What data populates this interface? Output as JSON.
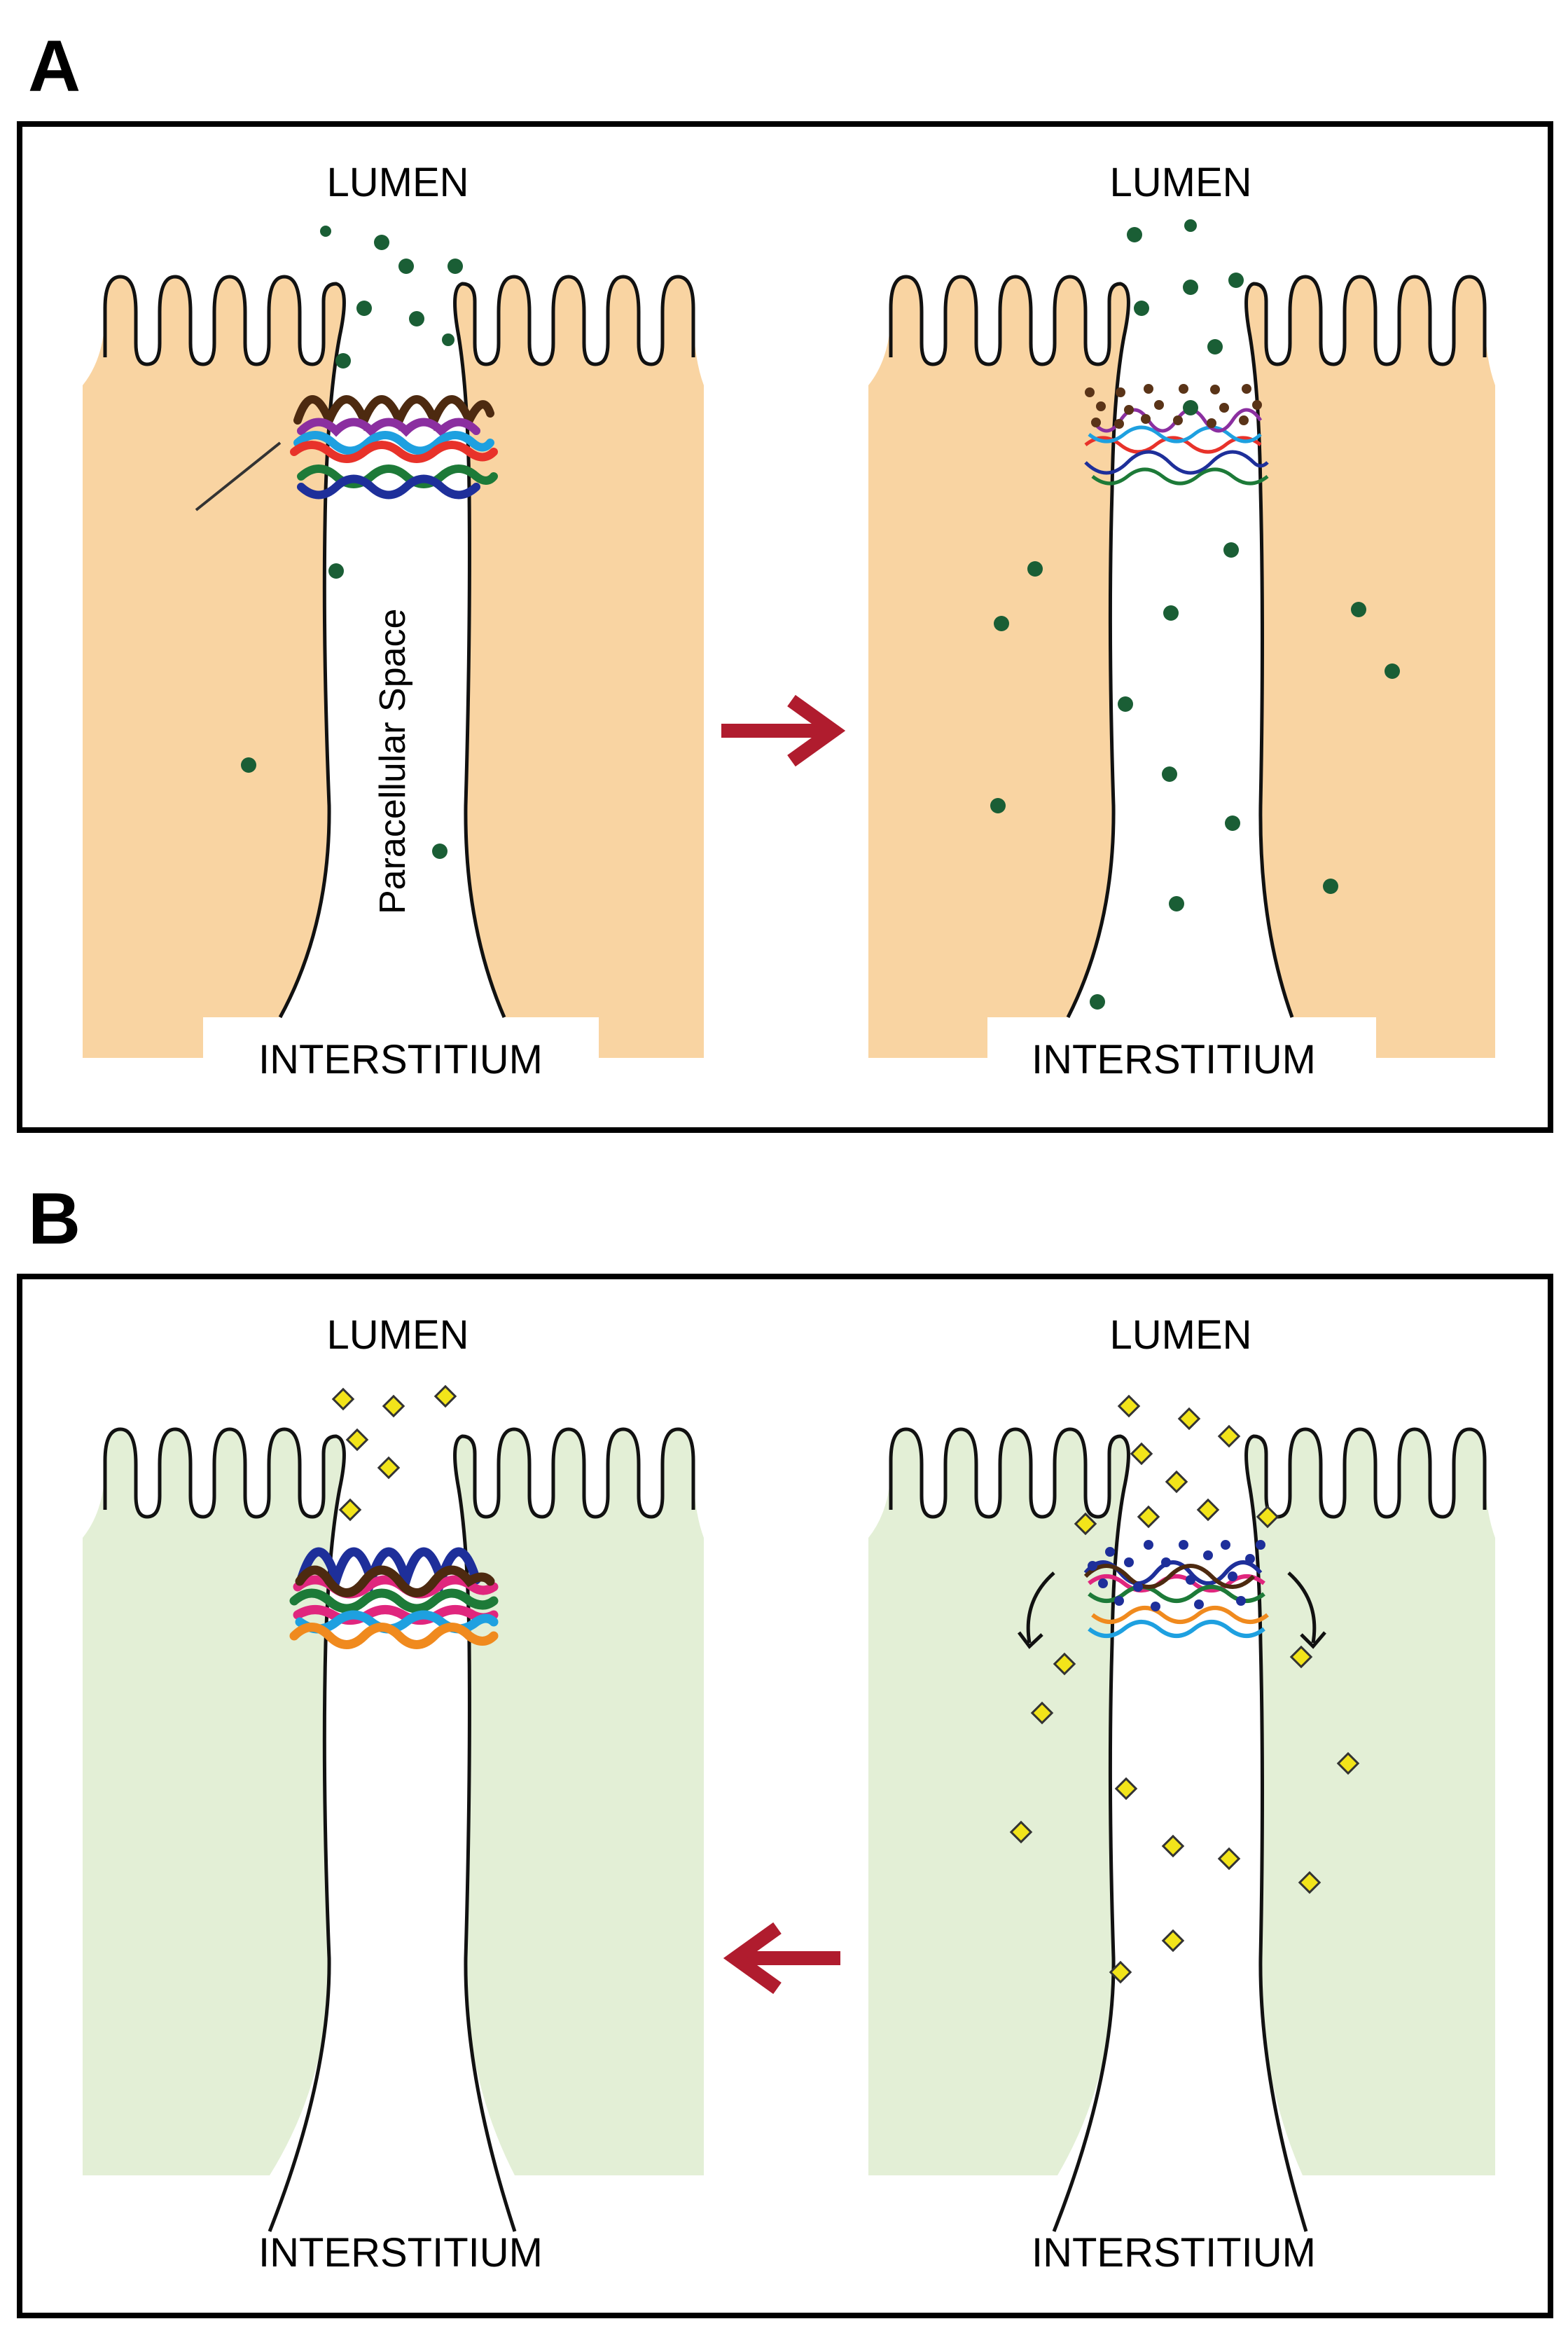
{
  "panels": [
    {
      "letter": "A",
      "cell_color": "#f9d4a2",
      "left": {
        "lumen": "LUMEN",
        "interstitium": "INTERSTITIUM",
        "space_label": "Paracellular Space"
      },
      "right": {
        "lumen": "LUMEN",
        "interstitium": "INTERSTITIUM"
      },
      "arrow_direction": "right",
      "molecule_color": "#1a5e35"
    },
    {
      "letter": "B",
      "cell_color": "#e3efd6",
      "left": {
        "lumen": "LUMEN",
        "interstitium": "INTERSTITIUM"
      },
      "right": {
        "lumen": "LUMEN",
        "interstitium": "INTERSTITIUM"
      },
      "arrow_direction": "left",
      "molecule_color": "#f2e41a"
    }
  ],
  "colors": {
    "arrow": "#b01c2e",
    "frame": "#000000",
    "strand_palette": [
      "#4d2a10",
      "#8b2fa0",
      "#1ea0e0",
      "#e8322a",
      "#1d7a38",
      "#1e2f9a",
      "#e0267e",
      "#f08a1e"
    ]
  }
}
